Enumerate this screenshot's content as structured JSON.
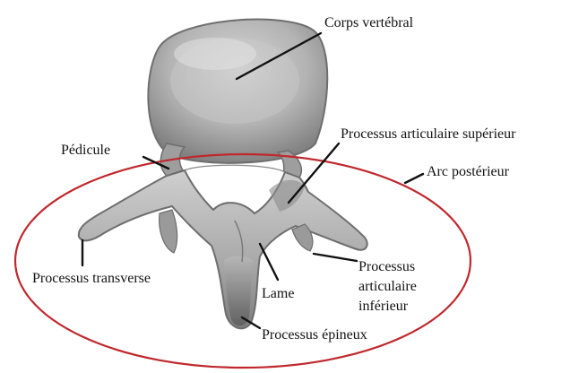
{
  "labels": {
    "corps_vertebral": "Corps vertébral",
    "pedicule": "Pédicule",
    "processus_articulaire_superieur": "Processus articulaire supérieur",
    "arc_posterieur": "Arc postérieur",
    "processus_transverse": "Processus transverse",
    "lame": "Lame",
    "processus_articulaire_inferieur_line1": "Processus",
    "processus_articulaire_inferieur_line2": "articulaire",
    "processus_articulaire_inferieur_line3": "inférieur",
    "processus_epineux": "Processus épineux"
  },
  "colors": {
    "background": "#ffffff",
    "bone_light": "#e6e6e6",
    "bone_mid": "#bdbdbd",
    "bone_dark": "#8a8a8a",
    "bone_outline": "#6e6e6e",
    "leader_line": "#111111",
    "arc_ellipse": "#c0282d"
  },
  "icons": {
    "bone": "vertebra-illustration"
  }
}
